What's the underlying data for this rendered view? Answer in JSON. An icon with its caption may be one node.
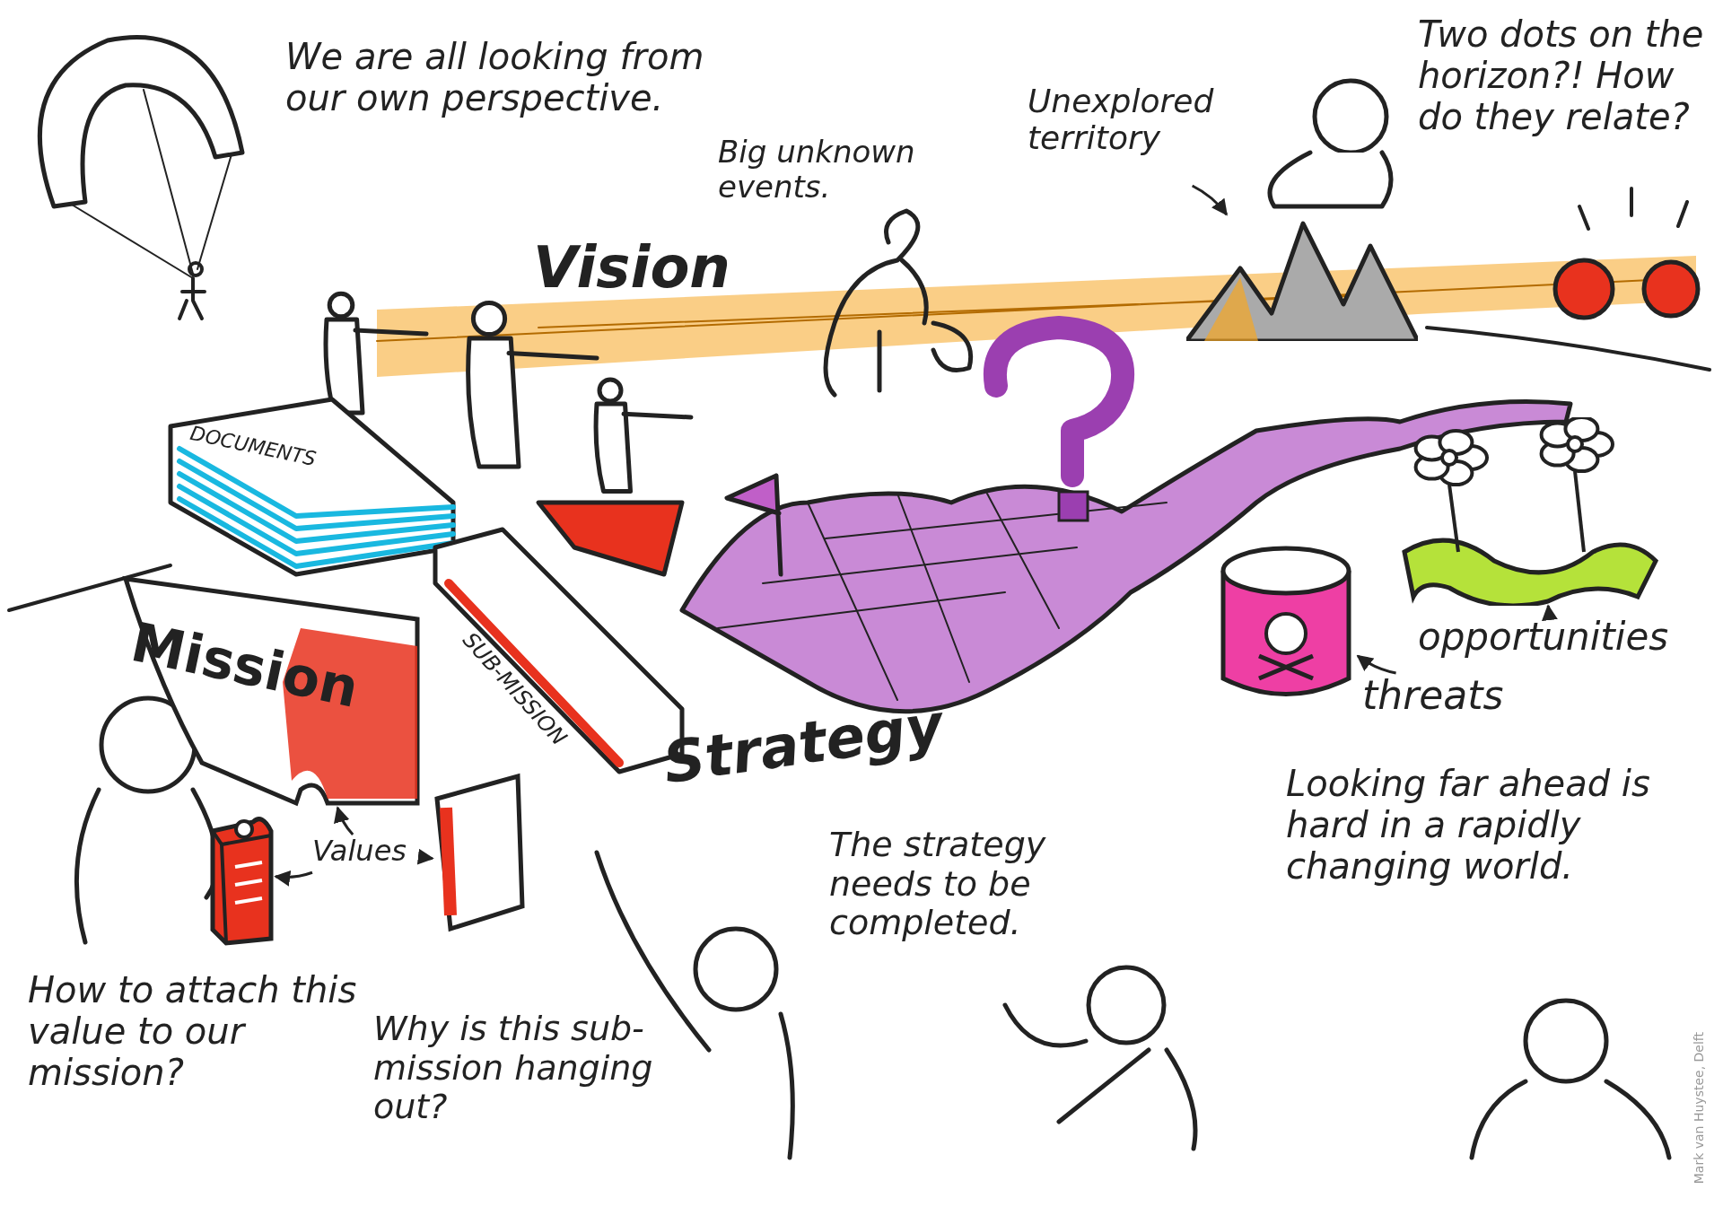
{
  "diagram": {
    "nodes": [
      {
        "text": [
          "Unexplored territory"
        ]
      },
      {
        "text": [],
        "shape": "picture"
      },
      {
        "text": [
          "opportunities"
        ]
      },
      {
        "text": [],
        "shape": "picture"
      },
      {
        "text": [
          "threats"
        ]
      },
      {
        "text": [],
        "shape": "picture"
      },
      {
        "text": [
          "Values"
        ]
      },
      {
        "text": [
          "Mission"
        ]
      },
      {
        "text": [],
        "shape": "picture"
      },
      {
        "text": [],
        "shape": "picture"
      }
    ],
    "edges": [
      {
        "from": 0,
        "to": 1,
        "arrow": "to"
      },
      {
        "from": 2,
        "to": 3,
        "arrow": "to"
      },
      {
        "from": 4,
        "to": 5,
        "arrow": "to"
      },
      {
        "from": 6,
        "to": 7,
        "arrow": "to"
      },
      {
        "from": 6,
        "to": 9,
        "arrow": "to"
      },
      {
        "from": 6,
        "to": 8,
        "arrow": "to"
      }
    ],
    "labels": [
      "We are all looking from our own perspective.",
      "Big unknown events.",
      "Vision",
      "Two dots on the horizon?! How do they relate?",
      "DOCUMENTS",
      "SUB-MISSION",
      "Strategy",
      "How to attach this value to our mission?",
      "Why is this sub-mission hanging out?",
      "The strategy needs to be completed.",
      "Looking far ahead is hard in a rapidly changing world.",
      "Mark van Huystee, Delft"
    ]
  }
}
